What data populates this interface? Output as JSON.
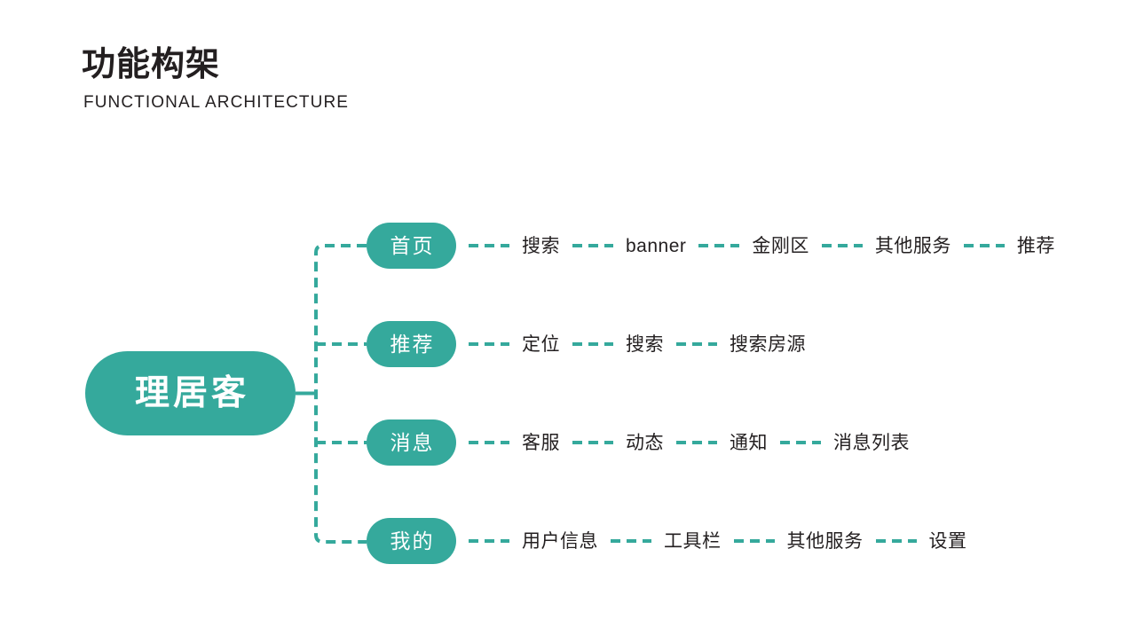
{
  "header": {
    "title": "功能构架",
    "subtitle": "FUNCTIONAL ARCHITECTURE"
  },
  "colors": {
    "accent": "#35a99c",
    "text": "#231f20",
    "background": "#ffffff",
    "node_label": "#ffffff"
  },
  "diagram": {
    "type": "mindmap",
    "root": {
      "label": "理居客"
    },
    "branches": [
      {
        "label": "首页",
        "leaves": [
          "搜索",
          "banner",
          "金刚区",
          "其他服务",
          "推荐"
        ]
      },
      {
        "label": "推荐",
        "leaves": [
          "定位",
          "搜索",
          "搜索房源"
        ]
      },
      {
        "label": "消息",
        "leaves": [
          "客服",
          "动态",
          "通知",
          "消息列表"
        ]
      },
      {
        "label": "我的",
        "leaves": [
          "用户信息",
          "工具栏",
          "其他服务",
          "设置"
        ]
      }
    ]
  }
}
